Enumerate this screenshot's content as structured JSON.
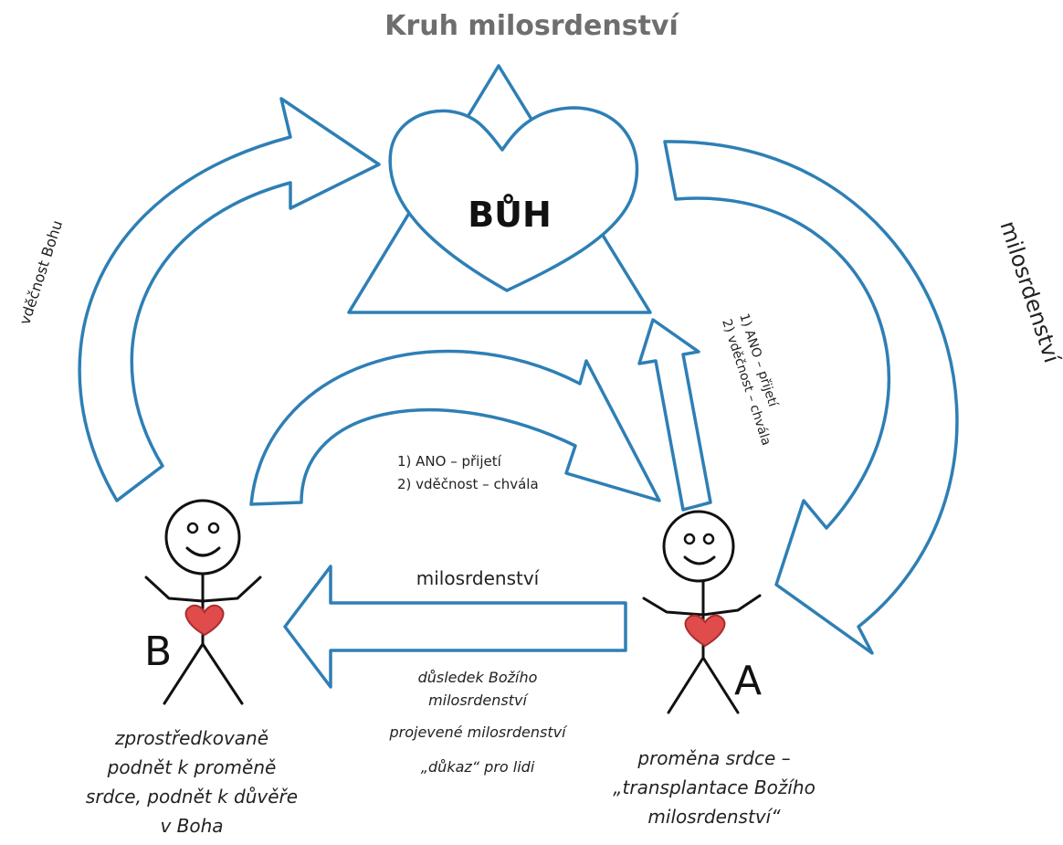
{
  "title": "Kruh milosrdenství",
  "god_label": "BŮH",
  "left_arc_label": "vděčnost Bohu",
  "right_arc_label": "milosrdenství",
  "middle_arc_labels": [
    "1) ANO – přijetí",
    "2) vděčnost – chvála"
  ],
  "up_arrow_labels": [
    "1) ANO – přijetí",
    "2) vděčnost – chvála"
  ],
  "bottom_arrow_label": "milosrdenství",
  "bottom_arrow_captions": [
    "důsledek Božího",
    "milosrdenství",
    "projevené milosrdenství",
    "„důkaz“ pro lidi"
  ],
  "person_b_letter": "B",
  "person_a_letter": "A",
  "person_b_caption": [
    "zprostředkovaně",
    "podnět k proměně",
    "srdce, podnět k důvěře",
    "v Boha"
  ],
  "person_a_caption": [
    "proměna srdce –",
    "„transplantace Božího",
    "milosrdenství“"
  ],
  "colors": {
    "arrow_stroke": "#2e7fb5",
    "heart_fill": "#e04b4b",
    "title": "#6e6e6e"
  }
}
